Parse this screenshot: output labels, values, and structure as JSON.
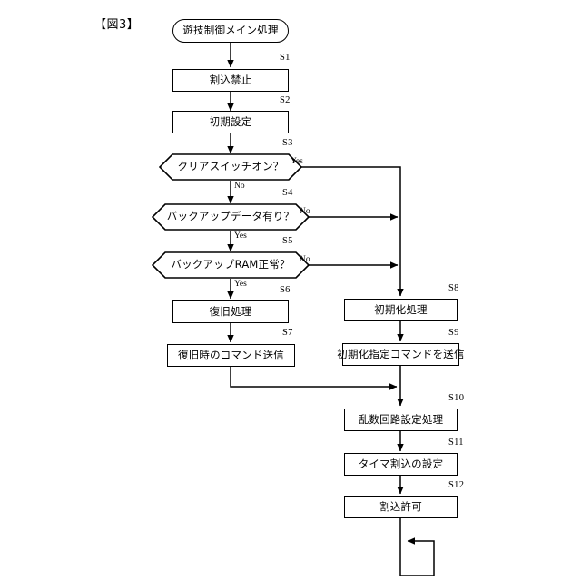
{
  "figure": {
    "label": "【図3】"
  },
  "flowchart": {
    "start": {
      "id": "start",
      "text": "遊技制御メイン処理",
      "shape": "terminal"
    },
    "nodes": [
      {
        "step": "S1",
        "text": "割込禁止",
        "shape": "process",
        "column": "left"
      },
      {
        "step": "S2",
        "text": "初期設定",
        "shape": "process",
        "column": "left"
      },
      {
        "step": "S3",
        "text": "クリアスイッチオン？",
        "shape": "decision",
        "column": "left"
      },
      {
        "step": "S4",
        "text": "バックアップデータ有り？",
        "shape": "decision",
        "column": "left"
      },
      {
        "step": "S5",
        "text": "バックアップRAM正常？",
        "shape": "decision",
        "column": "left"
      },
      {
        "step": "S6",
        "text": "復旧処理",
        "shape": "process",
        "column": "left"
      },
      {
        "step": "S7",
        "text": "復旧時のコマンド送信",
        "shape": "process",
        "column": "left"
      },
      {
        "step": "S8",
        "text": "初期化処理",
        "shape": "process",
        "column": "right"
      },
      {
        "step": "S9",
        "text": "初期化指定コマンドを送信",
        "shape": "process",
        "column": "right"
      },
      {
        "step": "S10",
        "text": "乱数回路設定処理",
        "shape": "process",
        "column": "right"
      },
      {
        "step": "S11",
        "text": "タイマ割込の設定",
        "shape": "process",
        "column": "right"
      },
      {
        "step": "S12",
        "text": "割込許可",
        "shape": "process",
        "column": "right"
      }
    ],
    "branches": [
      {
        "from": "S3",
        "label": "Yes",
        "direction": "right"
      },
      {
        "from": "S3",
        "label": "No",
        "direction": "down"
      },
      {
        "from": "S4",
        "label": "No",
        "direction": "right"
      },
      {
        "from": "S4",
        "label": "Yes",
        "direction": "down"
      },
      {
        "from": "S5",
        "label": "No",
        "direction": "right"
      },
      {
        "from": "S5",
        "label": "Yes",
        "direction": "down"
      }
    ],
    "colors": {
      "line": "#000000",
      "fill": "#ffffff",
      "text": "#000000"
    }
  }
}
